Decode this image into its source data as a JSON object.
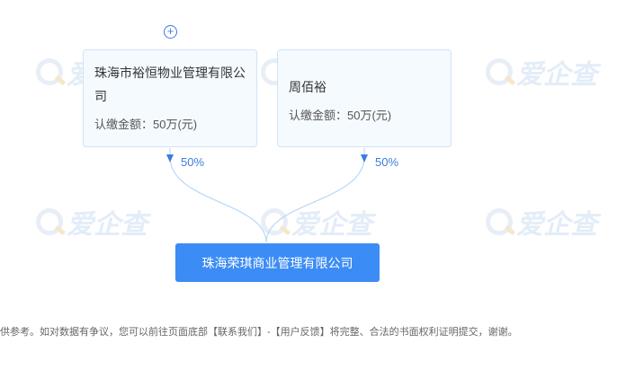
{
  "shareholders": [
    {
      "name": "珠海市裕恒物业管理有限公司",
      "amount": "认缴金额：50万(元)",
      "percent": "50%"
    },
    {
      "name": "周佰裕",
      "amount": "认缴金额：50万(元)",
      "percent": "50%"
    }
  ],
  "expand_symbol": "+",
  "target_company": "珠海荣琪商业管理有限公司",
  "footer_text": "供参考。如对数据有争议，您可以前往页面底部【联系我们】-【用户反馈】将完整、合法的书面权利证明提交，谢谢。",
  "watermark_text": "爱企查",
  "colors": {
    "accent": "#3c8cf5",
    "card_border": "#cfe3f9",
    "card_bg": "#f5faff",
    "edge": "#b9d8f7"
  }
}
